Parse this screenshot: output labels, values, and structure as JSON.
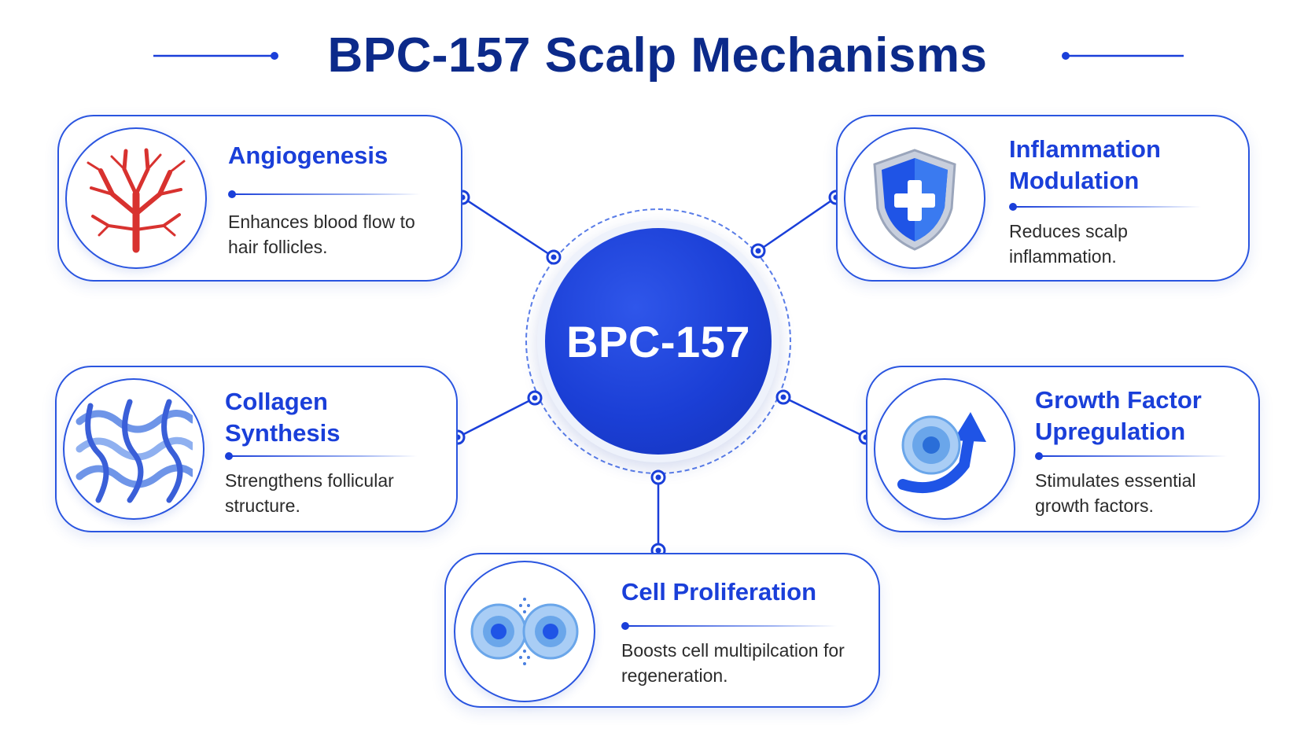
{
  "title": "BPC-157 Scalp Mechanisms",
  "hub": {
    "label": "BPC-157"
  },
  "cards": {
    "angiogenesis": {
      "title": "Angiogenesis",
      "description": "Enhances blood flow to hair follicles.",
      "icon": "blood-vessel-icon"
    },
    "inflammation": {
      "title": "Inflammation Modulation",
      "description": "Reduces scalp inflammation.",
      "icon": "shield-plus-icon"
    },
    "collagen": {
      "title": "Collagen Synthesis",
      "description": "Strengthens follicular structure.",
      "icon": "collagen-mesh-icon"
    },
    "growth": {
      "title": "Growth Factor Upregulation",
      "description": "Stimulates essential growth factors.",
      "icon": "cell-arrow-up-icon"
    },
    "proliferation": {
      "title": "Cell Proliferation",
      "description": "Boosts cell multipilcation for regeneration.",
      "icon": "dividing-cells-icon"
    }
  },
  "colors": {
    "title": "#0c2a8a",
    "accent": "#1a3fd9",
    "border": "#2a55e0",
    "hub": "#1b3fd6",
    "vessel": "#d8322f"
  }
}
